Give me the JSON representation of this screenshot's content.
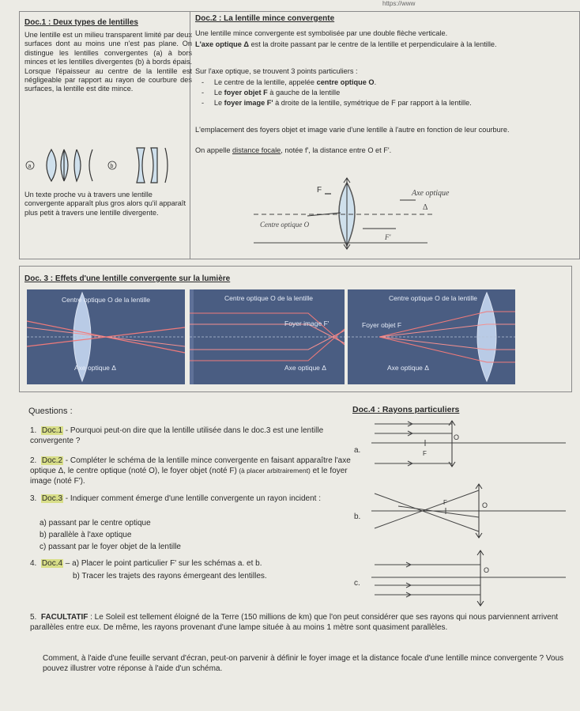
{
  "url_fragment": "https://www",
  "doc1": {
    "title": "Doc.1 : Deux types de lentilles",
    "para": "Une lentille est un milieu transparent limité par deux surfaces dont au moins une n'est pas plane. On distingue les lentilles convergentes (a) à bors minces et les lentilles divergentes (b) à bords épais. Lorsque l'épaisseur au centre de la lentille est négligeable par rapport au rayon de courbure des surfaces, la lentille est dite mince.",
    "label_a": "a",
    "label_b": "b",
    "para2": "Un texte proche vu à travers une lentille convergente apparaît plus gros alors qu'il apparaît plus petit à travers une lentille divergente."
  },
  "doc2": {
    "title": "Doc.2 : La lentille mince convergente",
    "line1": "Une lentille mince convergente est symbolisée par une double flèche verticale.",
    "line2_bold": "L'axe optique Δ",
    "line2_rest": " est la droite passant par le centre de la lentille et perpendiculaire à la lentille.",
    "line3": "Sur l'axe optique, se trouvent 3 points particuliers :",
    "bullet1_pre": "Le centre de la lentille, appelée ",
    "bullet1_bold": "centre optique O",
    "bullet1_post": ".",
    "bullet2_pre": "Le ",
    "bullet2_bold": "foyer objet F",
    "bullet2_post": " à gauche de la lentille",
    "bullet3_pre": "Le ",
    "bullet3_bold": "foyer image F'",
    "bullet3_post": " à droite de la lentille, symétrique de F par rapport à la lentille.",
    "line4": "L'emplacement des foyers objet et image varie d'une lentille à l'autre en fonction de leur courbure.",
    "line5_pre": "On appelle ",
    "line5_u": "distance focale",
    "line5_post": ", notée f', la distance entre O et F'.",
    "hw_axe": "Axe optique",
    "hw_delta": "Δ",
    "hw_centre": "Centre optique O",
    "hw_F": "F",
    "hw_Fp": "F'"
  },
  "doc3": {
    "title": "Doc. 3 : Effets d'une lentille convergente sur la lumière",
    "p1_centre": "Centre optique O de la lentille",
    "p1_axe": "Axe optique Δ",
    "p2_centre": "Centre optique O de la lentille",
    "p2_foyer": "Foyer image F'",
    "p2_axe": "Axe optique Δ",
    "p3_centre": "Centre optique O de la lentille",
    "p3_foyer": "Foyer objet F",
    "p3_axe": "Axe optique Δ"
  },
  "questions": {
    "title": "Questions :",
    "q1_num": "1.",
    "q1_ref": "Doc.1",
    "q1_text": " - Pourquoi peut-on dire que la lentille utilisée dans le doc.3 est une lentille convergente ?",
    "q2_num": "2.",
    "q2_ref": "Doc.2",
    "q2_text": " - Compléter le schéma de la lentille mince convergente en faisant apparaître l'axe optique Δ, le centre optique (noté O), le foyer objet (noté F)",
    "q2_small": " (à placer arbitrairement)",
    "q2_end": " et le foyer image (noté F').",
    "q3_num": "3.",
    "q3_ref": "Doc.3",
    "q3_text": " - Indiquer comment émerge d'une lentille convergente un rayon incident :",
    "q3_a": "a)   passant par le centre optique",
    "q3_b": "b)   parallèle à l'axe optique",
    "q3_c": "c)   passant par le foyer objet de la lentille",
    "q4_num": "4.",
    "q4_ref": "Doc.4",
    "q4_a": " – a) Placer le point particulier F' sur les schémas a. et b.",
    "q4_b": "b) Tracer les trajets des rayons émergeant des lentilles.",
    "q5_num": "5.",
    "q5_bold": "FACULTATIF",
    "q5_text": " : Le Soleil est tellement éloigné de la Terre (150 millions de km) que l'on peut considérer que ses rayons qui nous parviennent arrivent parallèles entre eux. De même, les rayons provenant d'une lampe située à au moins 1 mètre sont quasiment parallèles.",
    "q5_text2": "Comment, à l'aide d'une feuille servant d'écran, peut-on parvenir à définir le foyer image et la distance focale d'une lentille mince convergente ? Vous pouvez illustrer votre réponse à l'aide d'un schéma."
  },
  "doc4": {
    "title": "Doc.4 : Rayons particuliers",
    "la": "a.",
    "lb": "b.",
    "lc": "c.",
    "O": "O",
    "F": "F"
  }
}
